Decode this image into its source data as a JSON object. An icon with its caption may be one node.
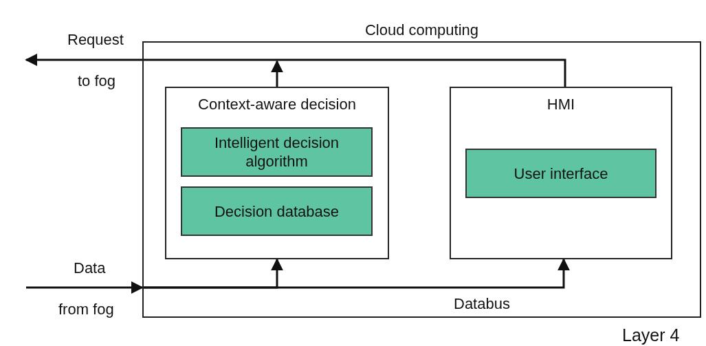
{
  "diagram": {
    "nodes": [
      {
        "text": [
          "Cloud computing"
        ]
      },
      {
        "text": [
          "Context-aware decision"
        ],
        "in": 0
      },
      {
        "text": [
          "Intelligent decision algorithm"
        ],
        "in": 1
      },
      {
        "text": [
          "Decision database"
        ],
        "in": 1
      },
      {
        "text": [
          "HMI"
        ],
        "in": 0
      },
      {
        "text": [
          "User interface"
        ],
        "in": 4
      }
    ],
    "edges": [
      {
        "from": 4,
        "to": null,
        "arrow": "to"
      },
      {
        "from": 1,
        "to": null,
        "arrow": "to"
      },
      {
        "from": null,
        "to": 0,
        "arrow": "to"
      },
      {
        "from": 0,
        "to": 1,
        "arrow": "to"
      },
      {
        "from": 0,
        "to": 4,
        "arrow": "to"
      }
    ],
    "labels": [
      "Request",
      "to fog",
      "Data",
      "from fog",
      "Databus",
      "Layer 4"
    ]
  }
}
